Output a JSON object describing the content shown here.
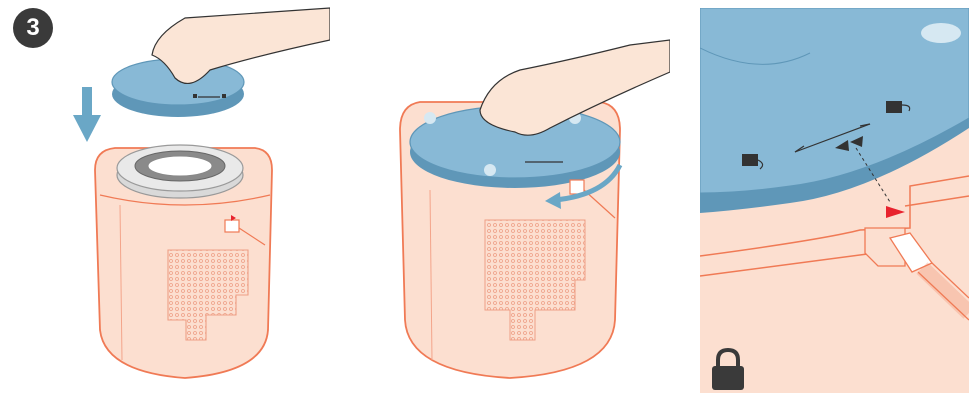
{
  "step": {
    "number": "3"
  },
  "colors": {
    "device_fill": "#fcdfd0",
    "device_outline": "#f07a55",
    "mesh": "#ee9f86",
    "lid_fill": "#88b9d6",
    "lid_outline": "#5f97b8",
    "arrow_blue": "#6aa7c6",
    "indicator_red": "#e8232e",
    "skin": "#fbe5d6",
    "badge": "#3a3a3a"
  },
  "panels": [
    {
      "name": "insert-lid",
      "description_icon": "down-arrow-icon"
    },
    {
      "name": "turn-lid",
      "description_icon": "rotate-arrow-icon"
    },
    {
      "name": "lock-detail",
      "description_icon": "padlock-icon"
    }
  ]
}
